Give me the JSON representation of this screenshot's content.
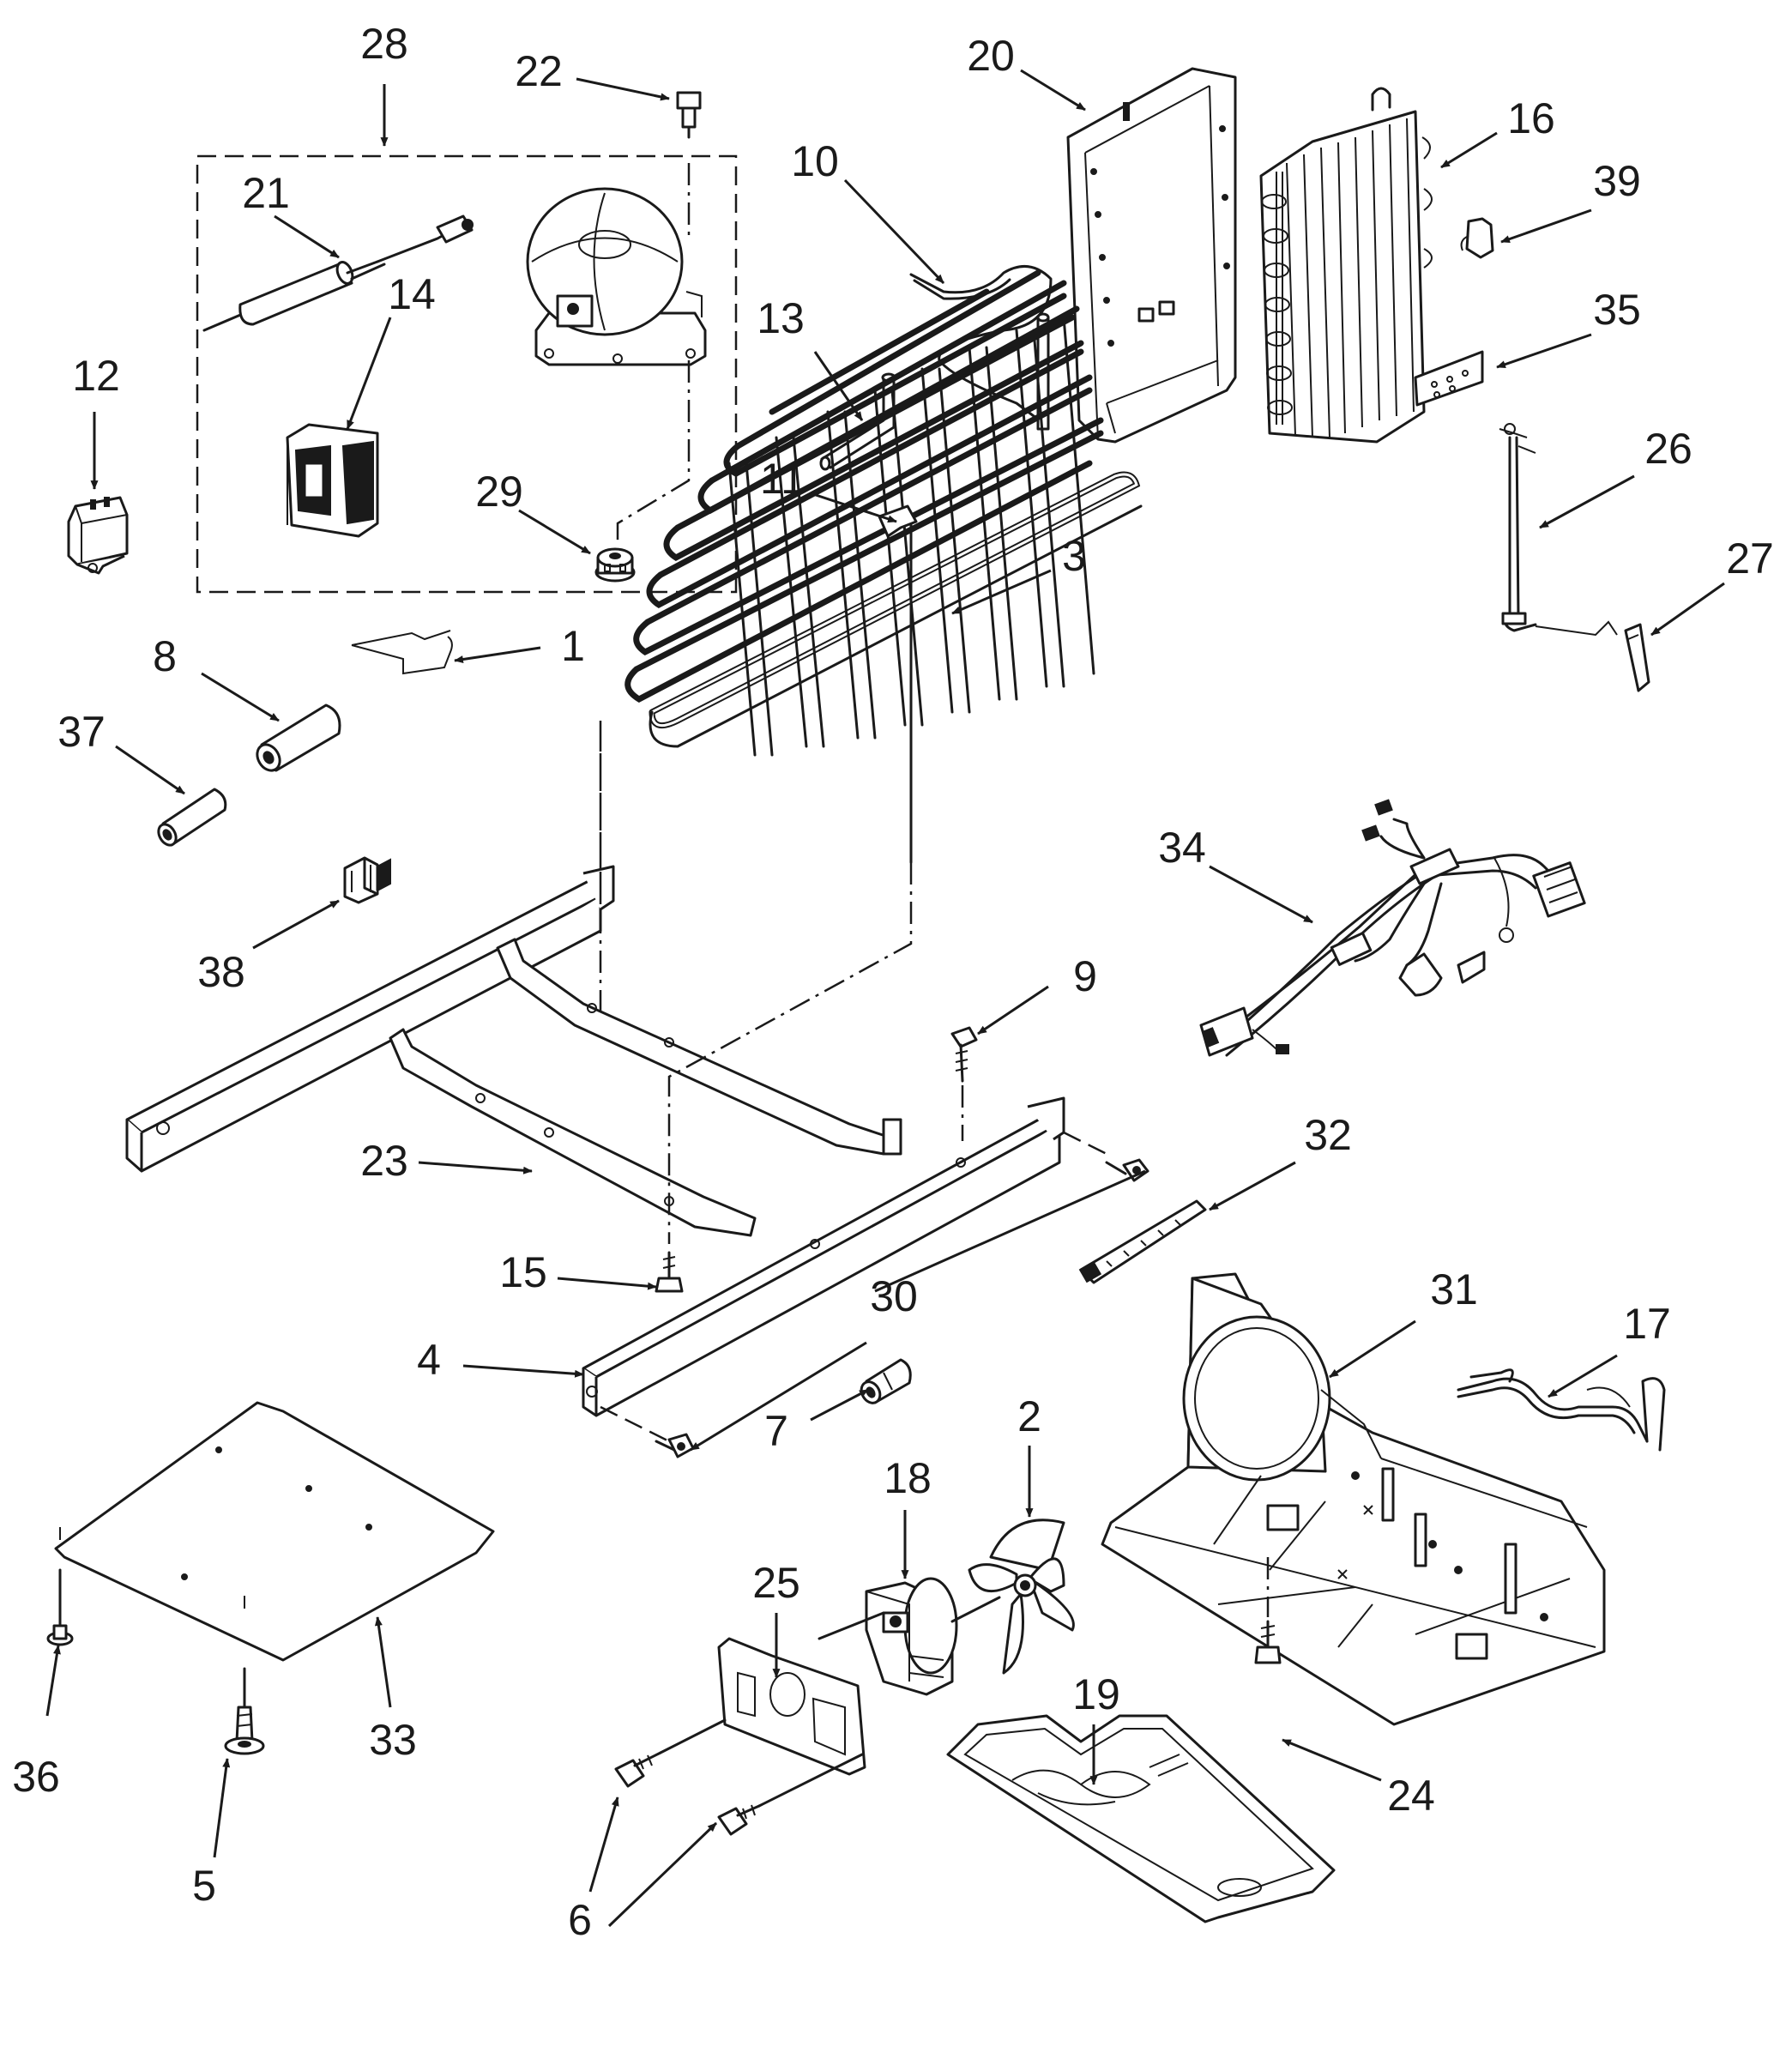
{
  "callouts": {
    "c1": "1",
    "c2": "2",
    "c3": "3",
    "c4": "4",
    "c5": "5",
    "c6": "6",
    "c7": "7",
    "c8": "8",
    "c9": "9",
    "c10": "10",
    "c11": "11",
    "c12": "12",
    "c13": "13",
    "c14": "14",
    "c15": "15",
    "c16": "16",
    "c17": "17",
    "c18": "18",
    "c19": "19",
    "c20": "20",
    "c21": "21",
    "c22": "22",
    "c23": "23",
    "c24": "24",
    "c25": "25",
    "c26": "26",
    "c27": "27",
    "c28": "28",
    "c29": "29",
    "c30a": "30",
    "c30b": "30",
    "c31": "31",
    "c32": "32",
    "c33": "33",
    "c34": "34",
    "c35": "35",
    "c36": "36",
    "c37": "37",
    "c38": "38",
    "c39": "39"
  },
  "icons": [
    "arrow-head-icon"
  ],
  "colors": {
    "line": "#1a1a1a",
    "background": "#ffffff"
  }
}
